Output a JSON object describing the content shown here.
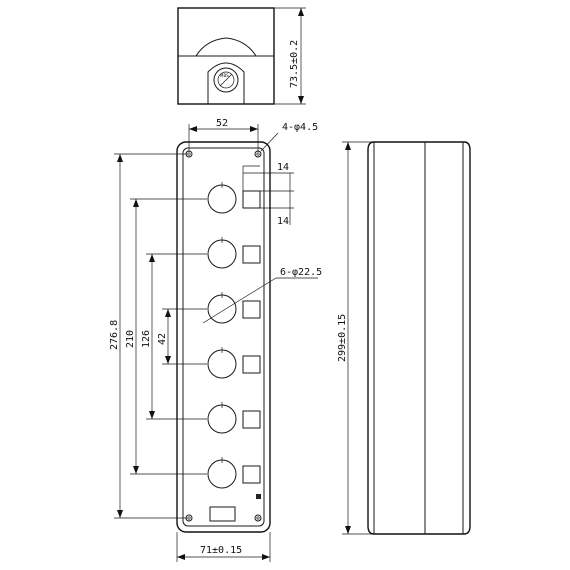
{
  "drawing": {
    "top_view": {
      "height_dim": "73.5±0.2",
      "nameplate_text": "MBS"
    },
    "front_view": {
      "top_width_dim": "52",
      "mount_holes_dim": "4-φ4.5",
      "pitch_small_a": "14",
      "pitch_small_b": "14",
      "button_holes_dim": "6-φ22.5",
      "overall_height_dim": "276.8",
      "inner_height_dim": "210",
      "spacing_126": "126",
      "spacing_42": "42",
      "bottom_width_dim": "71±0.15",
      "button_count": 6
    },
    "side_view": {
      "height_dim": "299±0.15"
    }
  }
}
